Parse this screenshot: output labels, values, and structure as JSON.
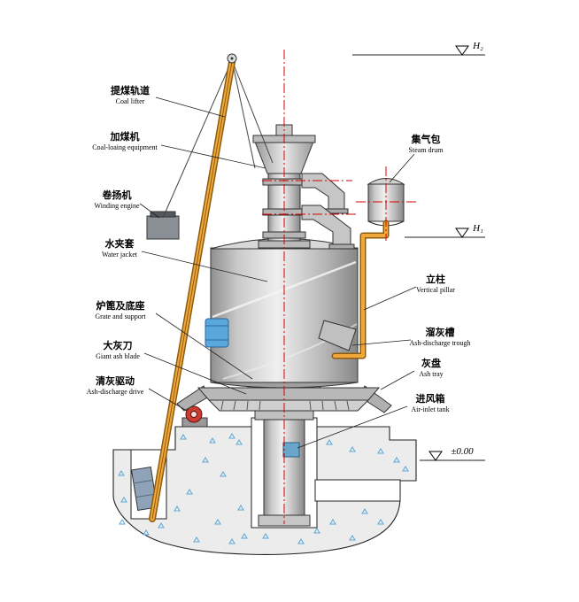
{
  "diagram": {
    "colors": {
      "pipe_orange": "#f2a73b",
      "centerline_red": "#d40000",
      "stipple_blue": "#5aa7d6",
      "metal_gray": "#c9c9c9"
    },
    "labels": {
      "coal_lifter": {
        "cn": "提煤轨道",
        "en": "Coal lifter"
      },
      "coal_loading": {
        "cn": "加煤机",
        "en": "Coal-loaing equipment"
      },
      "winding_engine": {
        "cn": "卷扬机",
        "en": "Winding engine"
      },
      "water_jacket": {
        "cn": "水夹套",
        "en": "Water jacket"
      },
      "grate_support": {
        "cn": "炉篦及底座",
        "en": "Grate and support"
      },
      "ash_blade": {
        "cn": "大灰刀",
        "en": "Giant ash blade"
      },
      "ash_drive": {
        "cn": "清灰驱动",
        "en": "Ash-discharge drive"
      },
      "steam_drum": {
        "cn": "集气包",
        "en": "Steam drum"
      },
      "pillar": {
        "cn": "立柱",
        "en": "Vertical pillar"
      },
      "ash_trough": {
        "cn": "溜灰槽",
        "en": "Ash-discharge trough"
      },
      "ash_tray": {
        "cn": "灰盘",
        "en": "Ash tray"
      },
      "air_inlet": {
        "cn": "进风箱",
        "en": "Air-inlet tank"
      }
    },
    "elevations": {
      "h2": "H₂",
      "h1": "H₁",
      "zero": "±0.00"
    }
  }
}
